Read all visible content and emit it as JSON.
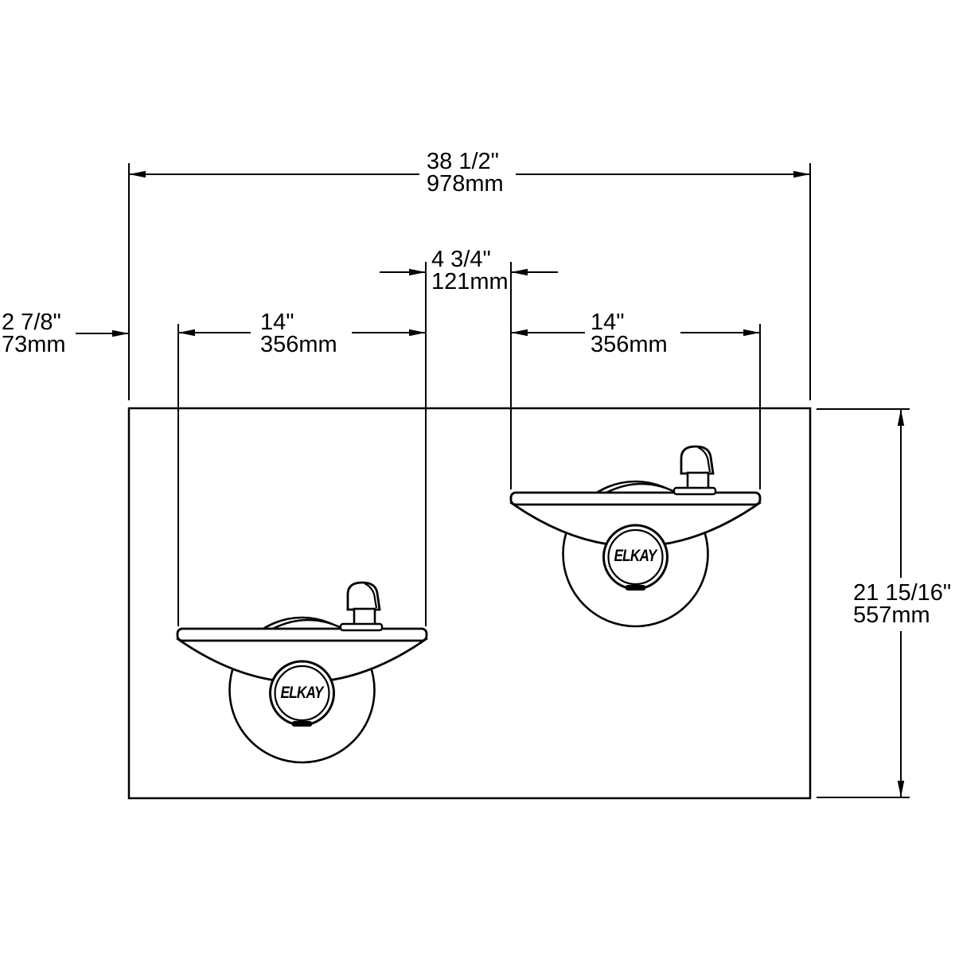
{
  "page": {
    "background": "#ffffff",
    "line_color": "#000000"
  },
  "drawing": {
    "kind": "dimensional-technical-drawing",
    "subject": "bi-level wall mounted drinking fountains, front view"
  },
  "labels": {
    "overall_width": {
      "imperial": "38 1/2\"",
      "metric": "978mm"
    },
    "bubbler_spacing": {
      "imperial": "4 3/4\"",
      "metric": "121mm"
    },
    "left_edge_offset": {
      "imperial": "2 7/8\"",
      "metric": "73mm"
    },
    "left_basin_width": {
      "imperial": "14\"",
      "metric": "356mm"
    },
    "right_basin_width": {
      "imperial": "14\"",
      "metric": "356mm"
    },
    "overall_height": {
      "imperial": "21 15/16\"",
      "metric": "557mm"
    }
  },
  "logos": {
    "lower_fountain": "ELKAY",
    "upper_fountain": "ELKAY"
  }
}
